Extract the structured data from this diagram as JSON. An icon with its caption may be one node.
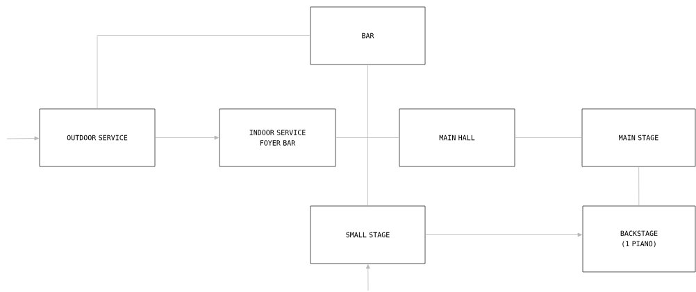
{
  "diagram": {
    "nodes": [
      {
        "text": [
          "BAR"
        ]
      },
      {
        "text": [
          "OUTDOOR SERVICE"
        ]
      },
      {
        "text": [
          "INDOOR SERVICE FOYER BAR"
        ]
      },
      {
        "text": [
          "MAIN HALL"
        ]
      },
      {
        "text": [
          "MAIN STAGE"
        ]
      },
      {
        "text": [
          "SMALL STAGE"
        ]
      },
      {
        "text": [
          "BACKSTAGE (1 PIANO)"
        ]
      }
    ],
    "edges": [
      {
        "from": null,
        "to": 1,
        "arrow": "to"
      },
      {
        "from": 1,
        "to": 2,
        "arrow": "to"
      },
      {
        "from": 0,
        "to": 1,
        "arrow": "none"
      },
      {
        "from": 2,
        "to": 3,
        "arrow": "none"
      },
      {
        "from": 0,
        "to": 5,
        "arrow": "none"
      },
      {
        "from": 3,
        "to": 4,
        "arrow": "none"
      },
      {
        "from": 4,
        "to": 6,
        "arrow": "none"
      },
      {
        "from": 5,
        "to": 6,
        "arrow": "to"
      },
      {
        "from": null,
        "to": 5,
        "arrow": "to"
      }
    ]
  }
}
